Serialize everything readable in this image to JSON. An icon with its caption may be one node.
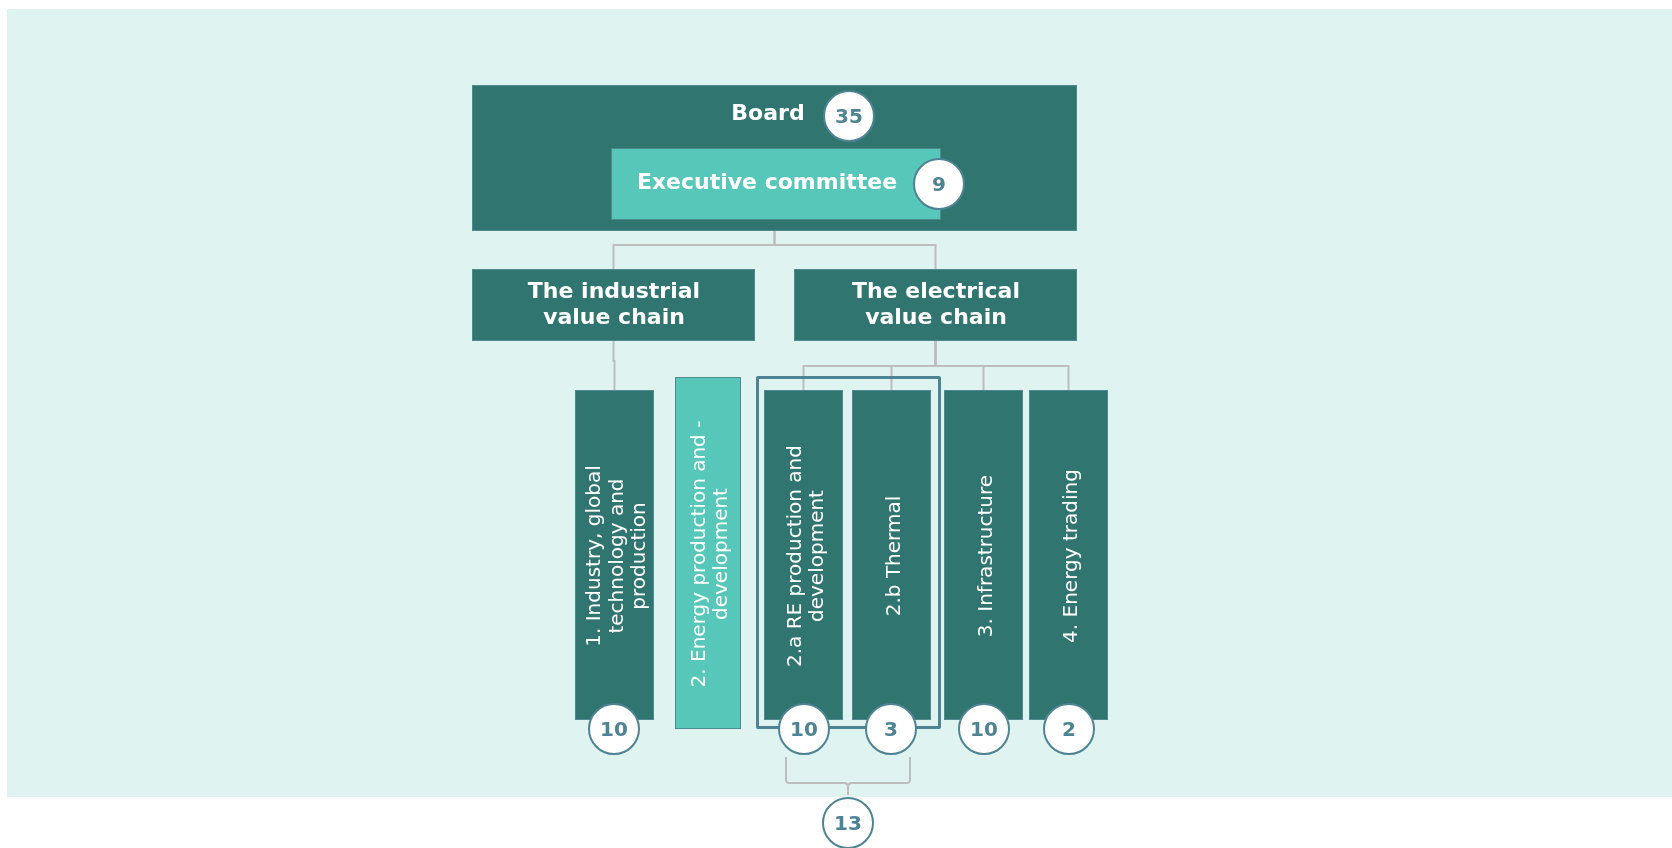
{
  "diagram": {
    "nodes": [
      {
        "text": [
          "Board"
        ]
      },
      {
        "text": [
          "35"
        ],
        "in": 0
      },
      {
        "text": [
          "Executive committee"
        ],
        "in": 0
      },
      {
        "text": [
          "9"
        ],
        "in": 0
      },
      {
        "text": [
          "The industrial value chain"
        ]
      },
      {
        "text": [
          "The electrical value chain"
        ]
      },
      {
        "text": [
          "1. Industry, global technology and production"
        ]
      },
      {
        "text": [
          "10"
        ]
      },
      {
        "text": [
          "2. Energy production and -development"
        ]
      },
      {
        "text": [],
        "shape": "box"
      },
      {
        "text": [
          "2.a RE production and development"
        ],
        "in": 9
      },
      {
        "text": [
          "10"
        ]
      },
      {
        "text": [
          "2.b Thermal"
        ],
        "in": 9
      },
      {
        "text": [
          "3"
        ]
      },
      {
        "text": [
          "3. Infrastructure"
        ]
      },
      {
        "text": [
          "10"
        ]
      },
      {
        "text": [
          "4. Energy trading"
        ]
      },
      {
        "text": [
          "2"
        ]
      },
      {
        "text": [
          "13"
        ]
      }
    ],
    "edges": [
      {
        "from": 0,
        "to": 4,
        "arrow": "none"
      },
      {
        "from": 0,
        "to": 5,
        "arrow": "none"
      },
      {
        "from": 4,
        "to": 6,
        "arrow": "none"
      },
      {
        "from": 5,
        "to": 10,
        "arrow": "none"
      },
      {
        "from": 5,
        "to": 12,
        "arrow": "none"
      },
      {
        "from": 5,
        "to": 14,
        "arrow": "none"
      },
      {
        "from": 5,
        "to": 16,
        "arrow": "none"
      }
    ]
  }
}
